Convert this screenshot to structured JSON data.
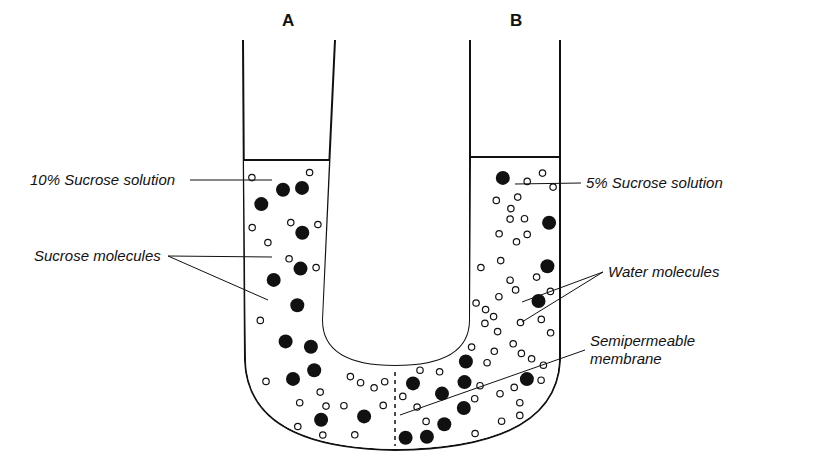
{
  "diagram": {
    "labels": [
      "A",
      "B",
      "10% Sucrose solution",
      "Sucrose molecules",
      "5% Sucrose solution",
      "Water molecules",
      "Semipermeable membrane"
    ]
  }
}
